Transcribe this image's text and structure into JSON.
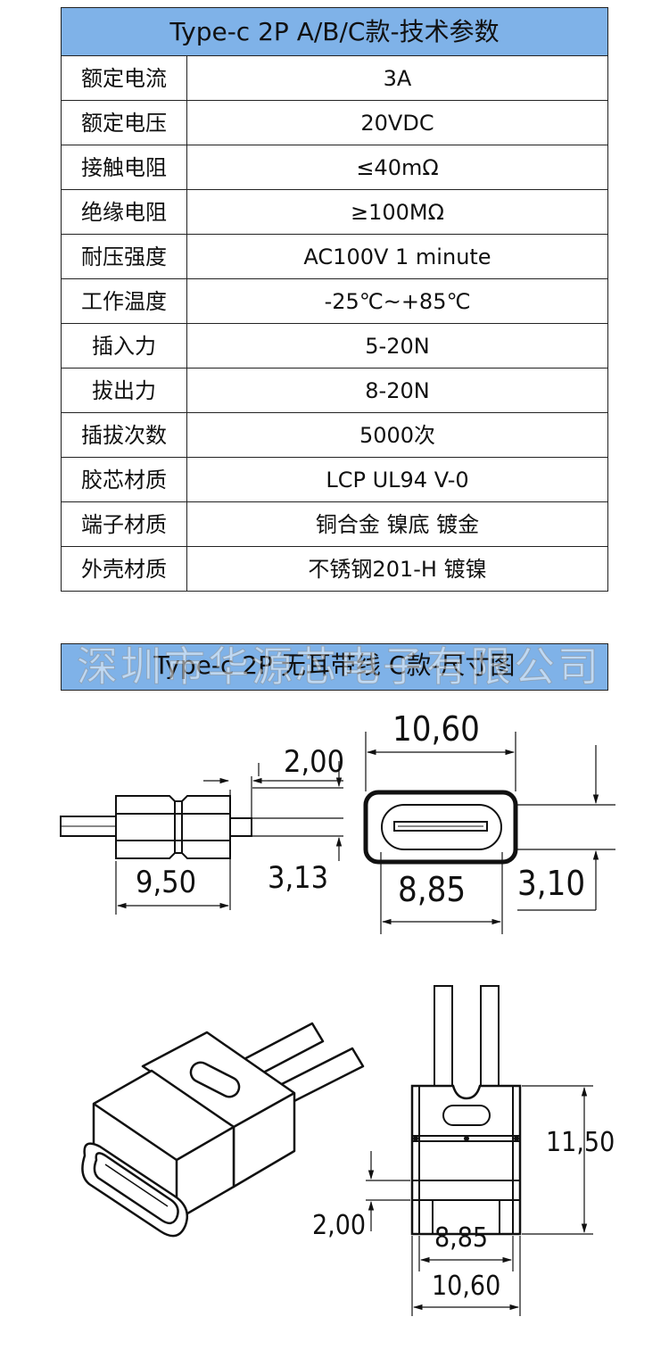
{
  "spec_table": {
    "title": "Type-c 2P A/B/C款-技术参数",
    "rows": [
      {
        "label": "额定电流",
        "value": "3A"
      },
      {
        "label": "额定电压",
        "value": "20VDC"
      },
      {
        "label": "接触电阻",
        "value": "≤40mΩ"
      },
      {
        "label": "绝缘电阻",
        "value": "≥100MΩ"
      },
      {
        "label": "耐压强度",
        "value": "AC100V 1 minute"
      },
      {
        "label": "工作温度",
        "value": "-25℃~+85℃"
      },
      {
        "label": "插入力",
        "value": "5-20N"
      },
      {
        "label": "拔出力",
        "value": "8-20N"
      },
      {
        "label": "插拔次数",
        "value": "5000次"
      },
      {
        "label": "胶芯材质",
        "value": "LCP UL94 V-0"
      },
      {
        "label": "端子材质",
        "value": "铜合金 镍底 镀金"
      },
      {
        "label": "外壳材质",
        "value": "不锈钢201-H 镀镍"
      }
    ]
  },
  "dimension_section": {
    "title": "Type-c 2P 无耳带线 C款-尺寸图",
    "watermark": "深圳市华源芯电子有限公司"
  },
  "dimensions": {
    "side_view": {
      "length": "9,50",
      "step": "2,00",
      "height": "3,13"
    },
    "front_view": {
      "width": "10,60",
      "opening_width": "8,85",
      "opening_height": "3,10"
    },
    "back_view": {
      "height": "11,50",
      "step": "2,00",
      "inner_width": "8,85",
      "outer_width": "10,60"
    }
  },
  "colors": {
    "header_blue": "#7fb2e8",
    "line": "#222222"
  }
}
